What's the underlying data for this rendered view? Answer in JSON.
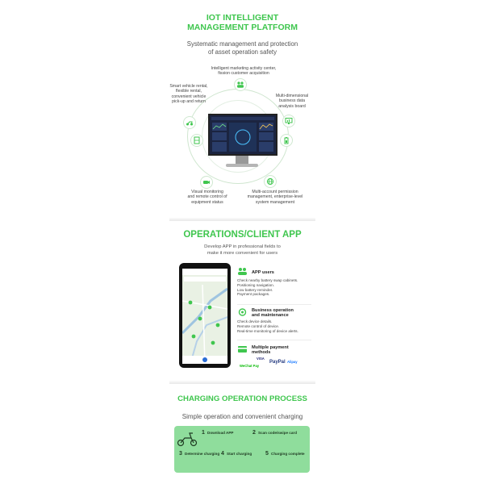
{
  "iot": {
    "title_line1": "IOT INTELLIGENT",
    "title_line2": "MANAGEMENT PLATFORM",
    "subtitle_line1": "Systematic management and protection",
    "subtitle_line2": "of asset operation safety",
    "features": [
      {
        "icon": "users-icon",
        "lines": [
          "Intelligent marketing activity center,",
          "fission customer acquisition"
        ]
      },
      {
        "icon": "monitor-chart-icon",
        "lines": [
          "Multi-dimensional",
          "business data",
          "analysis board"
        ]
      },
      {
        "icon": "scooter-icon",
        "lines": [
          "Smart vehicle rental,",
          "flexible rental,",
          "convenient vehicle",
          "pick-up and return"
        ]
      },
      {
        "icon": "battery-cabinet-icon",
        "lines": []
      },
      {
        "icon": "battery-icon",
        "lines": []
      },
      {
        "icon": "camera-icon",
        "lines": [
          "Visual monitoring",
          "and remote control of",
          "equipment status"
        ]
      },
      {
        "icon": "network-icon",
        "lines": [
          "Multi-account permission",
          "management, enterprise-level",
          "system management"
        ]
      }
    ]
  },
  "app": {
    "title": "OPERATIONS/CLIENT APP",
    "subtitle_line1": "Develop APP in professional fields to",
    "subtitle_line2": "make it more convenient for users",
    "features": [
      {
        "icon": "app-users-icon",
        "title_lines": [
          "APP users"
        ],
        "lines": [
          "Check nearby battery swap cabinets.",
          "Positioning navigation.",
          "Low battery reminder.",
          "Payment packages."
        ]
      },
      {
        "icon": "business-icon",
        "title_lines": [
          "Business operation",
          "and maintenance"
        ],
        "lines": [
          "Check device details.",
          "Remote control of device.",
          "Real-time monitoring of device alerts."
        ]
      },
      {
        "icon": "payment-icon",
        "title_lines": [
          "Multiple payment",
          "methods"
        ],
        "lines": []
      }
    ],
    "payment_logos": [
      "VISA",
      "PayPal",
      "Alipay",
      "WeChat Pay"
    ]
  },
  "charging": {
    "title": "CHARGING OPERATION PROCESS",
    "subtitle": "Simple operation and convenient charging",
    "steps": [
      {
        "num": "1",
        "title": "Download APP"
      },
      {
        "num": "2",
        "title": "Scan code/swipe card"
      },
      {
        "num": "3",
        "title": "Determine charging"
      },
      {
        "num": "4",
        "title": "Start charging"
      },
      {
        "num": "5",
        "title": "Charging complete"
      }
    ]
  }
}
